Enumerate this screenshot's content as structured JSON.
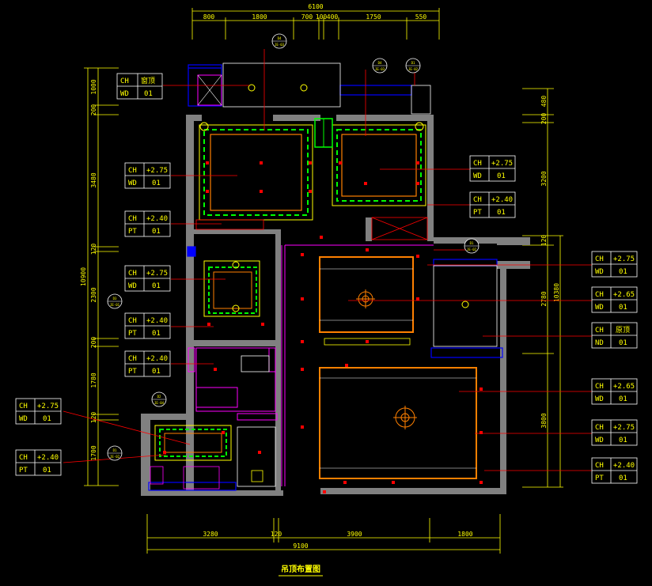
{
  "drawing": {
    "title": "吊顶布置图"
  },
  "dimensions": {
    "top": [
      "800",
      "1800",
      "700",
      "100",
      "400",
      "1750",
      "550"
    ],
    "top_total": "6100",
    "bottom": [
      "3280",
      "120",
      "3900",
      "1800"
    ],
    "bottom_total": "9100",
    "left": [
      "1000",
      "200",
      "3480",
      "120",
      "2300",
      "200",
      "1780",
      "120",
      "1700"
    ],
    "left_total": "10900",
    "right": [
      "480",
      "200",
      "3200",
      "120",
      "2780",
      "3800"
    ],
    "right_total": "10380"
  },
  "tags": [
    {
      "ch": "CH",
      "chv": "窗顶",
      "wd": "WD",
      "wdv": "01"
    },
    {
      "ch": "CH",
      "chv": "+2.75",
      "wd": "WD",
      "wdv": "01"
    },
    {
      "ch": "CH",
      "chv": "+2.40",
      "wd": "PT",
      "wdv": "01"
    },
    {
      "ch": "CH",
      "chv": "+2.75",
      "wd": "WD",
      "wdv": "01"
    },
    {
      "ch": "CH",
      "chv": "+2.40",
      "wd": "PT",
      "wdv": "01"
    },
    {
      "ch": "CH",
      "chv": "+2.40",
      "wd": "PT",
      "wdv": "01"
    },
    {
      "ch": "CH",
      "chv": "+2.75",
      "wd": "WD",
      "wdv": "01"
    },
    {
      "ch": "CH",
      "chv": "+2.40",
      "wd": "PT",
      "wdv": "01"
    },
    {
      "ch": "CH",
      "chv": "+2.75",
      "wd": "WD",
      "wdv": "01"
    },
    {
      "ch": "CH",
      "chv": "+2.40",
      "wd": "PT",
      "wdv": "01"
    },
    {
      "ch": "CH",
      "chv": "+2.75",
      "wd": "WD",
      "wdv": "01"
    },
    {
      "ch": "CH",
      "chv": "+2.65",
      "wd": "WD",
      "wdv": "01"
    },
    {
      "ch": "CH",
      "chv": "原顶",
      "wd": "ND",
      "wdv": "01"
    },
    {
      "ch": "CH",
      "chv": "+2.65",
      "wd": "WD",
      "wdv": "01"
    },
    {
      "ch": "CH",
      "chv": "+2.75",
      "wd": "WD",
      "wdv": "01"
    },
    {
      "ch": "CH",
      "chv": "+2.40",
      "wd": "PT",
      "wdv": "01"
    }
  ],
  "bubbles": [
    {
      "top": "D4",
      "bottom": "JE-03"
    },
    {
      "top": "D4",
      "bottom": "JE-03"
    },
    {
      "top": "D1",
      "bottom": "JE-02"
    },
    {
      "top": "D1",
      "bottom": "JE-02"
    },
    {
      "top": "D3",
      "bottom": "JE-01"
    },
    {
      "top": "D2",
      "bottom": "JE-04"
    },
    {
      "top": "D1",
      "bottom": "JE-02"
    }
  ],
  "colors": {
    "wall": "#808080",
    "dimension": "#ffff00",
    "leader": "#ff0000",
    "ceiling_green": "#00ff00",
    "ceiling_orange": "#ff8000",
    "door": "#ff00ff",
    "window": "#0000ff"
  }
}
